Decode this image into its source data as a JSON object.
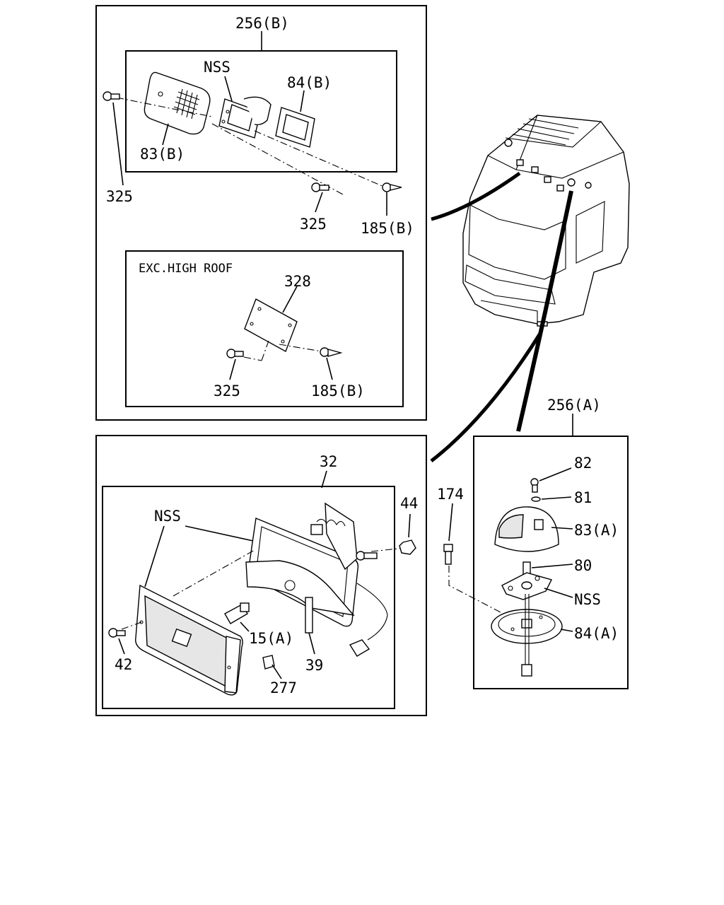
{
  "panels": {
    "top_left": {
      "group_label": "256(B)",
      "upper_box": {
        "labels": {
          "nss": "NSS",
          "part_84b": "84(B)",
          "part_83b": "83(B)",
          "screw_left": "325",
          "screw_mid": "325",
          "clip": "185(B)"
        }
      },
      "lower_box": {
        "note": "EXC.HIGH ROOF",
        "labels": {
          "bracket": "328",
          "screw": "325",
          "clip": "185(B)"
        }
      }
    },
    "bottom_left": {
      "labels": {
        "assembly": "32",
        "nss": "NSS",
        "nut": "44",
        "bulb": "15(A)",
        "screw": "42",
        "clamp": "39",
        "tag": "277"
      }
    },
    "right": {
      "group_label": "256(A)",
      "labels": {
        "bolt": "174",
        "screw": "82",
        "washer": "81",
        "lens": "83(A)",
        "bulb": "80",
        "nss": "NSS",
        "base": "84(A)"
      }
    }
  }
}
